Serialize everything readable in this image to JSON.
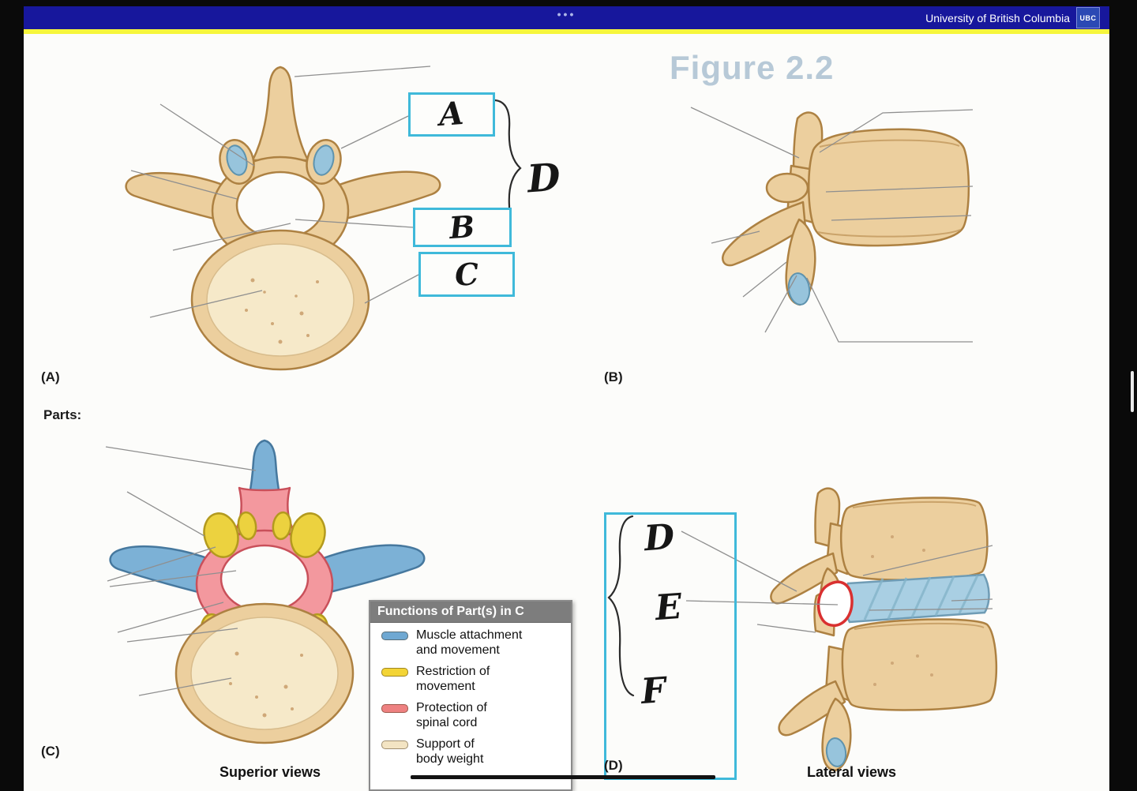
{
  "header": {
    "dots": "•••",
    "university": "University of British Columbia",
    "logo": "UBC"
  },
  "watermark": "Figure 2.2",
  "labels": {
    "panel_a": "(A)",
    "panel_b": "(B)",
    "panel_c": "(C)",
    "panel_d": "(D)",
    "parts": "Parts:",
    "superior_caption": "Superior views",
    "lateral_caption": "Lateral views"
  },
  "answers": {
    "box_a": "A",
    "box_b": "B",
    "box_c": "C",
    "brace": "D",
    "row_d": "D",
    "row_e": "E",
    "row_f": "F"
  },
  "legend": {
    "title": "Functions of Part(s) in C",
    "items": [
      {
        "color": "#6fa8d2",
        "label": "Muscle attachment\nand movement"
      },
      {
        "color": "#f3d435",
        "label": "Restriction of\nmovement"
      },
      {
        "color": "#ee8181",
        "label": "Protection of\nspinal cord"
      },
      {
        "color": "#f3e4c3",
        "label": "Support of\nbody weight"
      }
    ]
  },
  "colors": {
    "topbar_navy": "#17179c",
    "highlight_yellow": "#f6f63c",
    "label_box_cyan": "#3fb9da",
    "bone": "#eccf9e",
    "facet_blue": "#97c4dc",
    "disc_blue": "#a9cfe3",
    "foramen_outline_red": "#d93030",
    "muscle_blue": "#6fa8d2",
    "restriction_yellow": "#f3d435",
    "protection_red": "#ee8181",
    "support_cream": "#f3e4c3"
  }
}
